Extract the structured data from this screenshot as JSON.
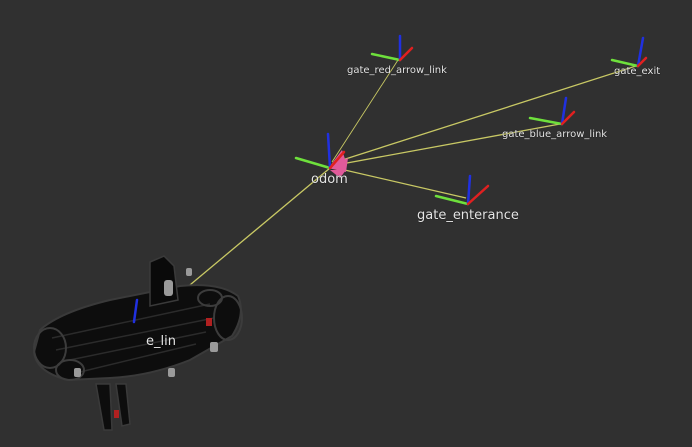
{
  "viewport": {
    "background": "#303030",
    "frames": [
      {
        "id": "odom",
        "label": "odom"
      },
      {
        "id": "gate_red_arrow_link",
        "label": "gate_red_arrow_link"
      },
      {
        "id": "gate_exit",
        "label": "gate_exit"
      },
      {
        "id": "gate_blue_arrow_link",
        "label": "gate_blue_arrow_link"
      },
      {
        "id": "gate_enterance",
        "label": "gate_enterance"
      },
      {
        "id": "base_link",
        "label": "e_lin"
      }
    ],
    "colors": {
      "tf_line": "#c8c864",
      "axis_x": "#e02020",
      "axis_y": "#6ee03c",
      "axis_z": "#2030e0",
      "parent_arrow": "#e05a9a",
      "robot": "#0a0a0a",
      "robot_outline": "#3a3a3a"
    }
  }
}
